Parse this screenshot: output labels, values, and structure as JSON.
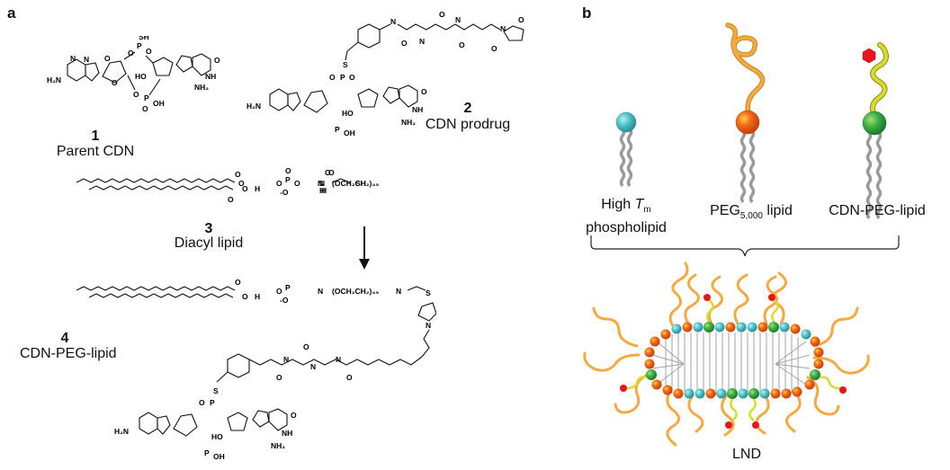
{
  "panel_a": {
    "label": "a",
    "compounds": [
      {
        "number": "1",
        "name": "Parent CDN"
      },
      {
        "number": "2",
        "name": "CDN prodrug"
      },
      {
        "number": "3",
        "name": "Diacyl lipid"
      },
      {
        "number": "4",
        "name": "CDN-PEG-lipid"
      }
    ],
    "atoms": {
      "sh": "SH",
      "s": "S",
      "o": "O",
      "p": "P",
      "oh": "OH",
      "ho": "HO",
      "n": "N",
      "nh": "NH",
      "nh2": "NH₂",
      "h2n": "H₂N",
      "h": "H",
      "o_minus": "-O",
      "peg": "(OCH₂CH₂)₄₅"
    },
    "arrow": "reaction-arrow-down"
  },
  "panel_b": {
    "label": "b",
    "components": [
      {
        "name_main": "High ",
        "name_italic": "T",
        "name_sub": "m",
        "name_line2": "phospholipid",
        "head_color": "#4fc3c9"
      },
      {
        "name_main": "PEG",
        "name_sub": "5,000",
        "name_after": " lipid",
        "head_color": "#f26a1b",
        "tail_color": "#f5a940"
      },
      {
        "name_main": "CDN-PEG-lipid",
        "head_color": "#3cb043",
        "tail_color": "#d8dc2a",
        "cap_color": "#e8161b"
      }
    ],
    "assembly_label": "LND",
    "lipid_tail_color": "#9a9a9a"
  }
}
